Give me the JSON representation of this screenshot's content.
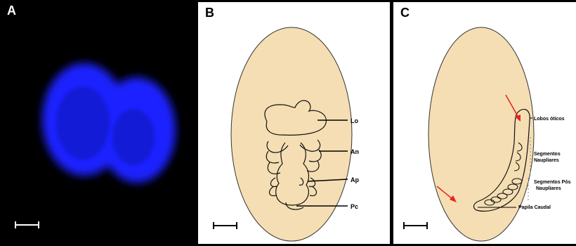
{
  "panels": [
    {
      "letter": "A"
    },
    {
      "letter": "B"
    },
    {
      "letter": "C"
    }
  ],
  "panel_b": {
    "labels": {
      "lo": "Lo",
      "an": "An",
      "ap": "Ap",
      "pc": "Pc"
    }
  },
  "panel_c": {
    "labels": {
      "lobos": "Lobos óticos",
      "seg_naup_1": "Segmentos",
      "seg_naup_2": "Naupliares",
      "seg_pos_1": "Segmentos Pós",
      "seg_pos_2": "Naupliares",
      "papila": "Papila Caudal"
    }
  },
  "colors": {
    "egg_fill": "#f5deb3",
    "fluorescence": "#1a22ff",
    "arrow": "#e8231b"
  }
}
